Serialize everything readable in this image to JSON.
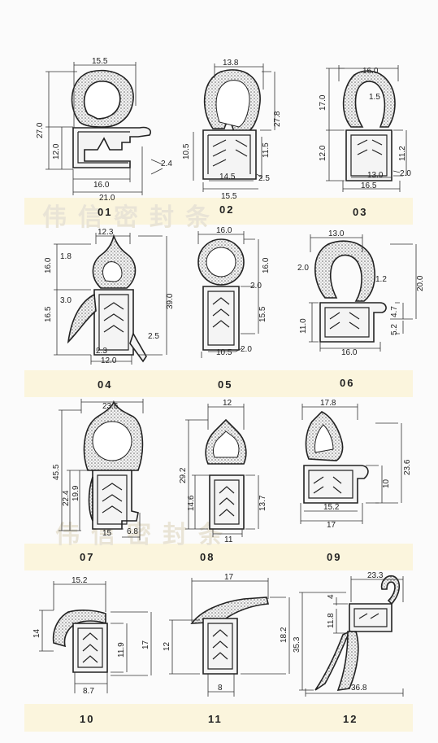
{
  "watermark": "伟信密封条",
  "profiles": [
    {
      "id": "01",
      "dims": [
        "15.5",
        "27.0",
        "12.0",
        "16.0",
        "21.0",
        "2.4"
      ]
    },
    {
      "id": "02",
      "dims": [
        "13.8",
        "27.8",
        "10.5",
        "11.5",
        "14.5",
        "2.5",
        "15.5"
      ]
    },
    {
      "id": "03",
      "dims": [
        "16.0",
        "1.5",
        "17.0",
        "12.0",
        "11.2",
        "13.0",
        "2.0",
        "16.5"
      ]
    },
    {
      "id": "04",
      "dims": [
        "12.3",
        "1.8",
        "16.0",
        "3.0",
        "16.5",
        "39.0",
        "2.5",
        "2.3",
        "12.0"
      ]
    },
    {
      "id": "05",
      "dims": [
        "16.0",
        "16.0",
        "2.0",
        "15.5",
        "10.5",
        "2.0"
      ]
    },
    {
      "id": "06",
      "dims": [
        "13.0",
        "2.0",
        "1.2",
        "20.0",
        "11.0",
        "4.7",
        "5.2",
        "16.0"
      ]
    },
    {
      "id": "07",
      "dims": [
        "23.6",
        "45.5",
        "22.4",
        "19.9",
        "15",
        "6.8"
      ]
    },
    {
      "id": "08",
      "dims": [
        "12",
        "29.2",
        "14.6",
        "13.7",
        "11"
      ]
    },
    {
      "id": "09",
      "dims": [
        "17.8",
        "23.6",
        "10",
        "15.2",
        "17"
      ]
    },
    {
      "id": "10",
      "dims": [
        "15.2",
        "14",
        "11.9",
        "17",
        "8.7"
      ]
    },
    {
      "id": "11",
      "dims": [
        "17",
        "12",
        "18.2",
        "8"
      ]
    },
    {
      "id": "12",
      "dims": [
        "23.3",
        "4",
        "11.8",
        "35.3",
        "36.8"
      ]
    }
  ]
}
